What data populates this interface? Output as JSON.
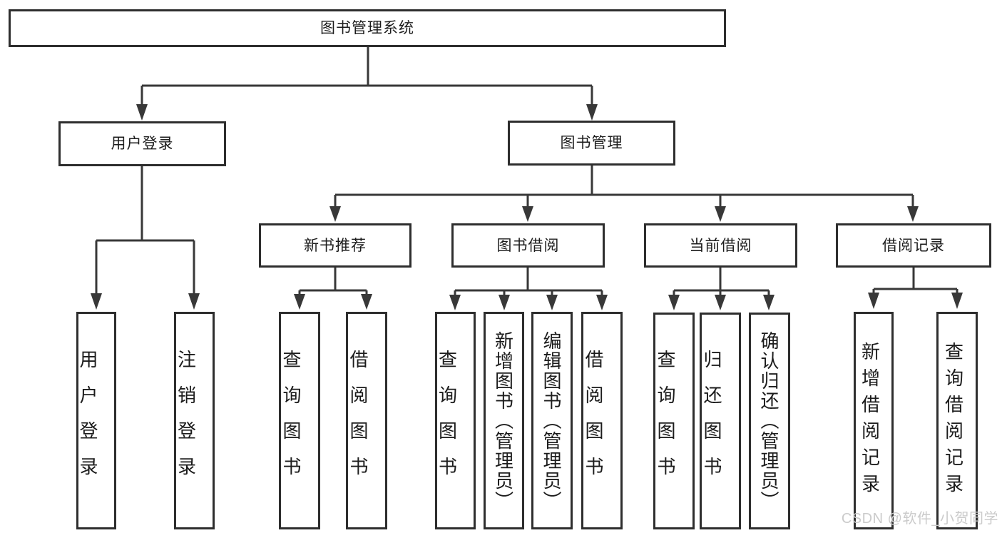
{
  "diagram": {
    "root": "图书管理系统",
    "level2": {
      "user_login": "用户登录",
      "book_mgmt": "图书管理"
    },
    "level3": {
      "new_books": "新书推荐",
      "borrowing": "图书借阅",
      "current": "当前借阅",
      "records": "借阅记录"
    },
    "leaves": {
      "user_login": [
        "用户登录",
        "注销登录"
      ],
      "new_books": [
        "查询图书",
        "借阅图书"
      ],
      "borrowing": [
        "查询图书",
        "新增图书（管理员）",
        "编辑图书（管理员）",
        "借阅图书"
      ],
      "current": [
        "查询图书",
        "归还图书",
        "确认归还（管理员）"
      ],
      "records": [
        "新增借阅记录",
        "查询借阅记录"
      ]
    }
  },
  "watermark": "CSDN @软件_小贺同学",
  "colors": {
    "line": "#383838",
    "border": "#2e2e2e",
    "text": "#1c1c1c",
    "background": "#ffffff",
    "watermark": "#cbcbcb"
  }
}
